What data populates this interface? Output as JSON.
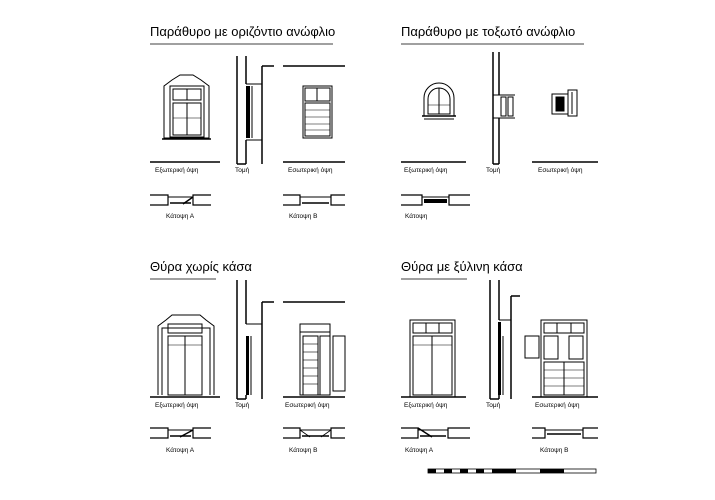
{
  "sections": [
    {
      "title": "Παράθυρο με οριζόντιο ανώφλιο",
      "labels": {
        "exterior": "Εξωτερική όψη",
        "section": "Τομή",
        "interior": "Εσωτερική όψη",
        "plan_a": "Κάτοψη Α",
        "plan_b": "Κάτοψη Β"
      }
    },
    {
      "title": "Παράθυρο με τοξωτό ανώφλιο",
      "labels": {
        "exterior": "Εξωτερική όψη",
        "section": "Τομή",
        "interior": "Εσωτερική όψη",
        "plan": "Κάτοψη"
      }
    },
    {
      "title": "Θύρα χωρίς κάσα",
      "labels": {
        "exterior": "Εξωτερική όψη",
        "section": "Τομή",
        "interior": "Εσωτερική όψη",
        "plan_a": "Κάτοψη Α",
        "plan_b": "Κάτοψη Β"
      }
    },
    {
      "title": "Θύρα με ξύλινη κάσα",
      "labels": {
        "exterior": "Εξωτερική όψη",
        "section": "Τομή",
        "interior": "Εσωτερική όψη",
        "plan_a": "Κάτοψη Α",
        "plan_b": "Κάτοψη Β"
      }
    }
  ]
}
